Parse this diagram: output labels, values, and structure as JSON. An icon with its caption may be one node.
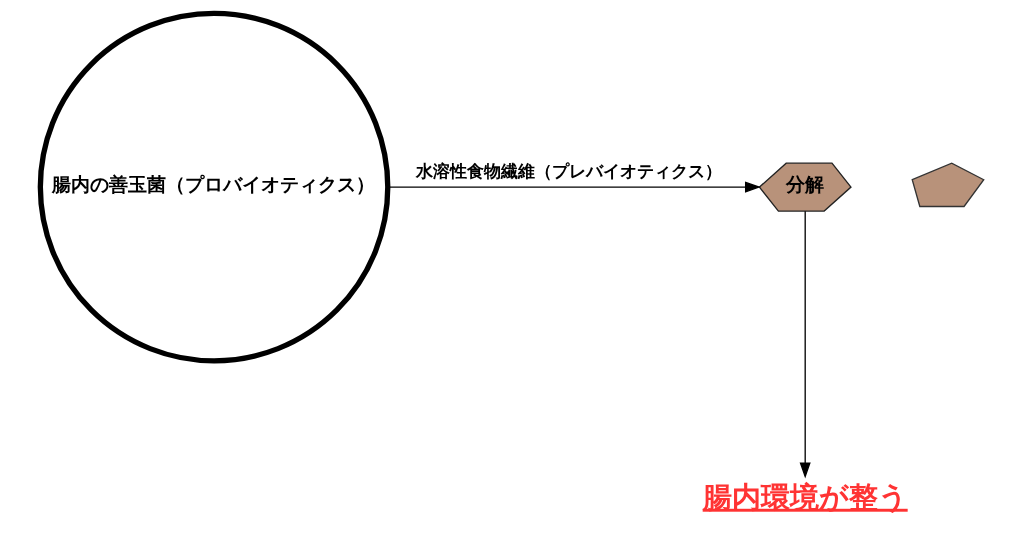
{
  "diagram": {
    "nodes": [
      {
        "text": [
          "腸内の善玉菌（プロバイオティクス）"
        ]
      },
      {
        "text": [],
        "shape": "picture"
      },
      {
        "text": [
          "分解"
        ]
      },
      {
        "text": [
          "腸内環境が整う"
        ]
      }
    ],
    "edges": [
      {
        "from": 0,
        "to": 2,
        "arrow": "to",
        "label": "水溶性食物繊維（プレバイオティクス）"
      },
      {
        "from": 2,
        "to": 3,
        "arrow": "to"
      }
    ]
  }
}
